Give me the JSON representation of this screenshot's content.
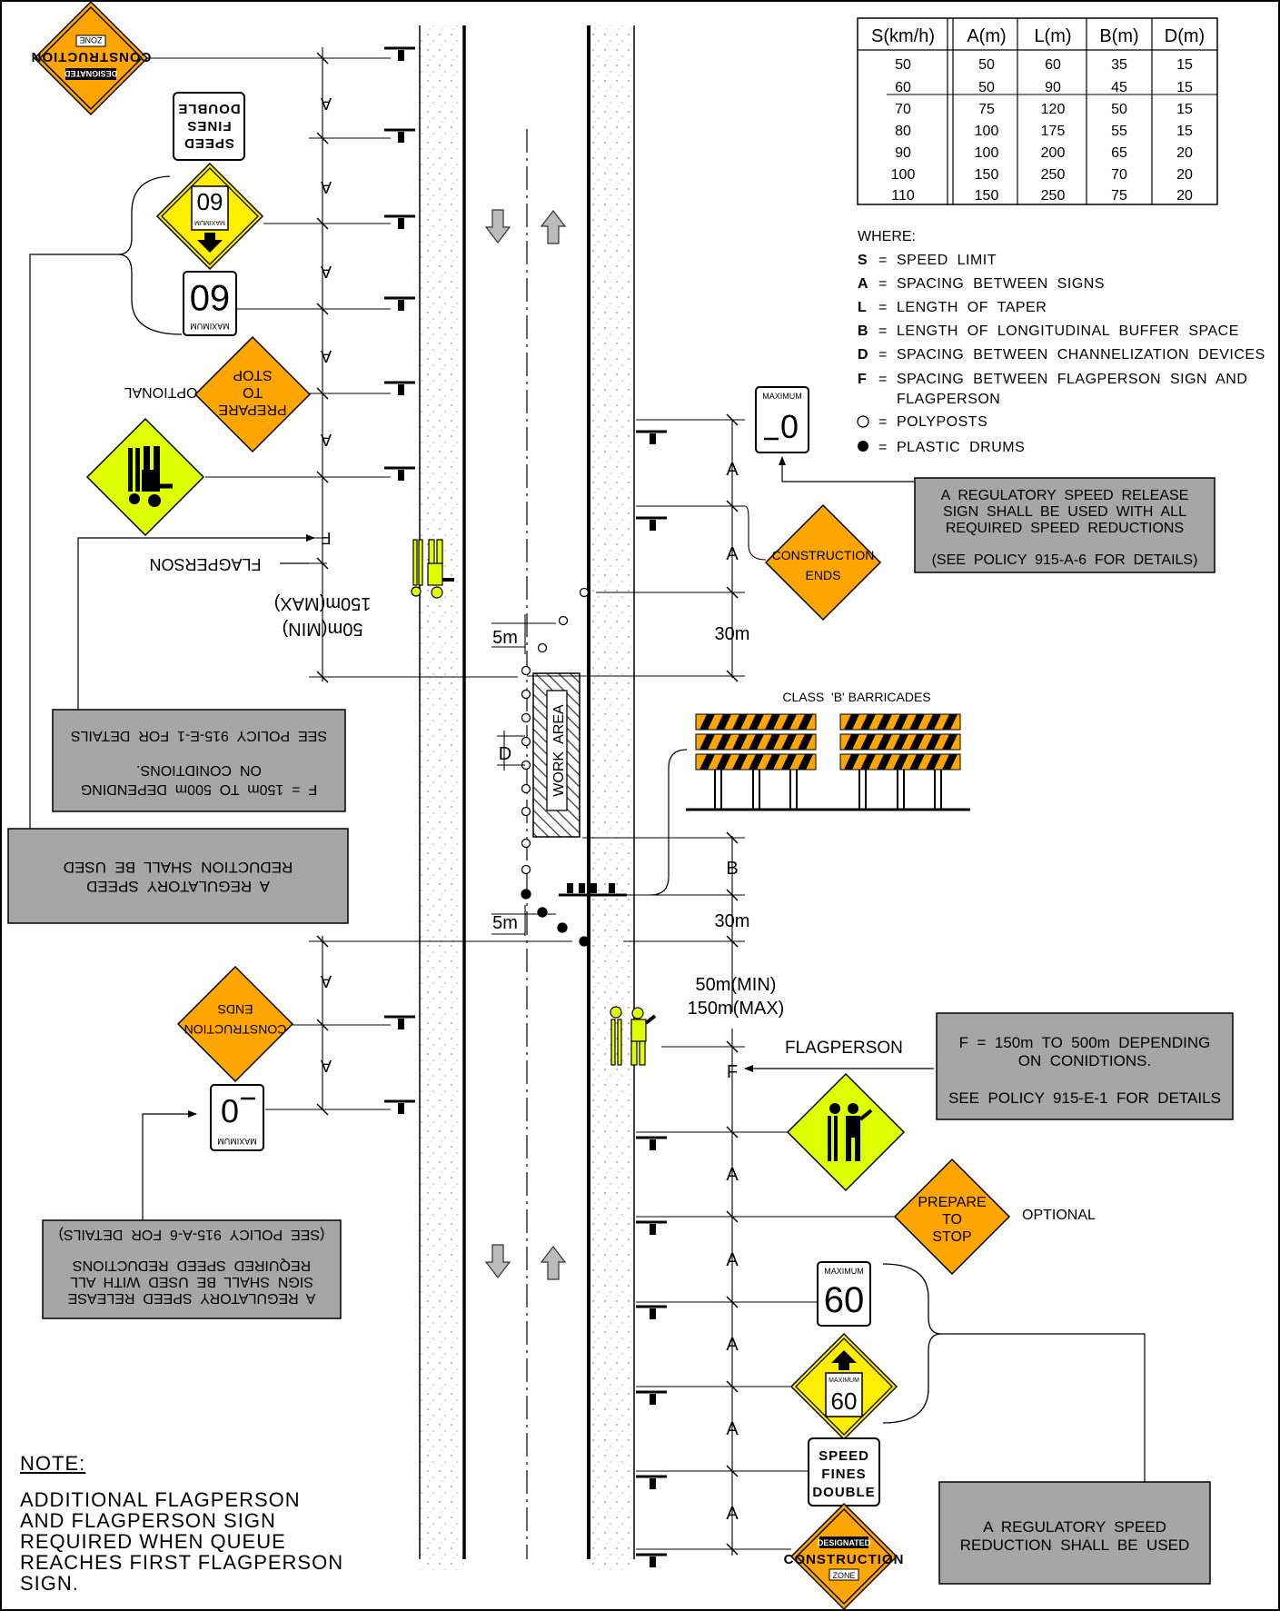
{
  "table": {
    "headers": [
      "S(km/h)",
      "A(m)",
      "L(m)",
      "B(m)",
      "D(m)"
    ],
    "rows": [
      [
        "50",
        "50",
        "60",
        "35",
        "15"
      ],
      [
        "60",
        "50",
        "90",
        "45",
        "15"
      ],
      [
        "70",
        "75",
        "120",
        "50",
        "15"
      ],
      [
        "80",
        "100",
        "175",
        "55",
        "15"
      ],
      [
        "90",
        "100",
        "200",
        "65",
        "20"
      ],
      [
        "100",
        "150",
        "250",
        "70",
        "20"
      ],
      [
        "110",
        "150",
        "250",
        "75",
        "20"
      ]
    ]
  },
  "legend": {
    "title": "WHERE:",
    "items": [
      {
        "key": "S",
        "text": "SPEED  LIMIT"
      },
      {
        "key": "A",
        "text": "SPACING  BETWEEN  SIGNS"
      },
      {
        "key": "L",
        "text": "LENGTH  OF  TAPER"
      },
      {
        "key": "B",
        "text": "LENGTH  OF  LONGITUDINAL  BUFFER  SPACE"
      },
      {
        "key": "D",
        "text": "SPACING  BETWEEN  CHANNELIZATION  DEVICES"
      },
      {
        "key": "F",
        "text": "SPACING  BETWEEN  FLAGPERSON  SIGN  AND",
        "text2": "FLAGPERSON"
      }
    ],
    "polyposts": "POLYPOSTS",
    "drums": "PLASTIC  DRUMS"
  },
  "signs": {
    "max_word": "MAXIMUM",
    "speed_60": "60",
    "release_value": "0",
    "speed_fines": [
      "SPEED",
      "FINES",
      "DOUBLE"
    ],
    "prepare": [
      "PREPARE",
      "TO",
      "STOP"
    ],
    "construction_ends": [
      "CONSTRUCTION",
      "ENDS"
    ],
    "designated": [
      "DESIGNATED",
      "CONSTRUCTION",
      "ZONE"
    ],
    "optional": "OPTIONAL",
    "flagperson": "FLAGPERSON"
  },
  "dims": {
    "A": "A",
    "B": "B",
    "D": "D",
    "F": "F",
    "five_m": "5m",
    "thirty_m": "30m",
    "min": "50m(MIN)",
    "max": "150m(MAX)"
  },
  "barricades_label": "CLASS  'B' BARRICADES",
  "work_area": "WORK  AREA",
  "boxes": {
    "release": [
      "A  REGULATORY  SPEED  RELEASE",
      "SIGN  SHALL  BE  USED  WITH  ALL",
      "REQUIRED  SPEED  REDUCTIONS",
      "(SEE  POLICY  915-A-6  FOR  DETAILS)"
    ],
    "f_range": [
      "F  =  150m  TO  500m  DEPENDING",
      "ON  CONIDTIONS.",
      "SEE  POLICY  915-E-1  FOR  DETAILS"
    ],
    "reduction": [
      "A  REGULATORY  SPEED",
      "REDUCTION  SHALL  BE  USED"
    ]
  },
  "note": {
    "title": "NOTE:",
    "lines": [
      "ADDITIONAL  FLAGPERSON",
      "AND  FLAGPERSON  SIGN",
      "REQUIRED  WHEN  QUEUE",
      "REACHES  FIRST  FLAGPERSON",
      "SIGN."
    ]
  },
  "colors": {
    "orange": "#FFA500",
    "yellow": "#FFEE00",
    "lime": "#DDFF00",
    "gray": "#A6A6A6"
  }
}
